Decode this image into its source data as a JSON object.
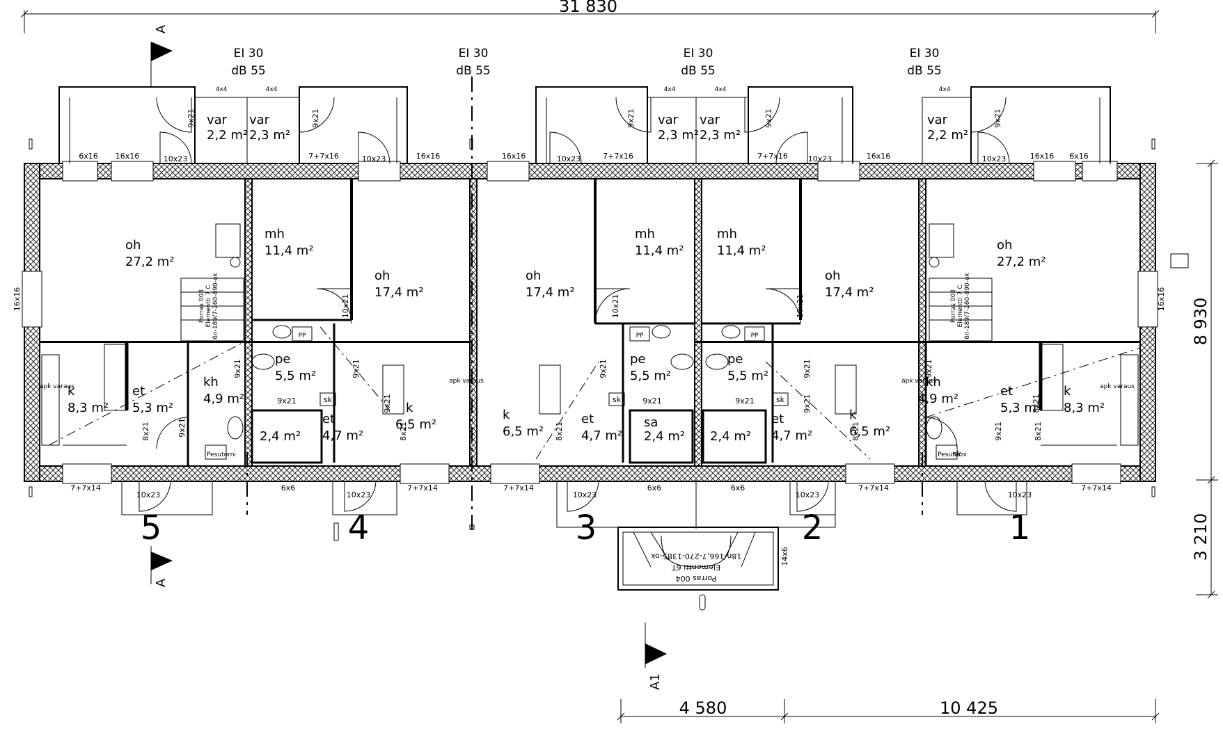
{
  "dimensions": {
    "total_width": "31 830",
    "total_depth": "8 930",
    "stair_depth": "3 210",
    "bottom_left": "4 580",
    "bottom_right": "10 425"
  },
  "fire_ratings": [
    {
      "ei": "EI 30",
      "db": "dB 55"
    },
    {
      "ei": "EI 30",
      "db": "dB 55"
    },
    {
      "ei": "EI 30",
      "db": "dB 55"
    },
    {
      "ei": "EI 30",
      "db": "dB 55"
    }
  ],
  "section_marks": {
    "top_left": "A",
    "bottom_left": "A",
    "bottom_center": "A1"
  },
  "unit_numbers": [
    "5",
    "4",
    "3",
    "2",
    "1"
  ],
  "rooms": [
    {
      "name": "oh",
      "area": "27,2 m²"
    },
    {
      "name": "mh",
      "area": "11,4 m²"
    },
    {
      "name": "oh",
      "area": "17,4 m²"
    },
    {
      "name": "oh",
      "area": "17,4 m²"
    },
    {
      "name": "mh",
      "area": "11,4 m²"
    },
    {
      "name": "mh",
      "area": "11,4 m²"
    },
    {
      "name": "oh",
      "area": "17,4 m²"
    },
    {
      "name": "oh",
      "area": "27,2 m²"
    },
    {
      "name": "var",
      "area": "2,2 m²"
    },
    {
      "name": "var",
      "area": "2,3 m²"
    },
    {
      "name": "var",
      "area": "2,3 m²"
    },
    {
      "name": "var",
      "area": "2,3 m²"
    },
    {
      "name": "var",
      "area": "2,2 m²"
    },
    {
      "name": "k",
      "area": "8,3 m²"
    },
    {
      "name": "et",
      "area": "5,3 m²"
    },
    {
      "name": "kh",
      "area": "4,9 m²"
    },
    {
      "name": "pe",
      "area": "5,5 m²"
    },
    {
      "name": "",
      "area": "2,4 m²"
    },
    {
      "name": "et",
      "area": "4,7 m²"
    },
    {
      "name": "k",
      "area": "6,5 m²"
    },
    {
      "name": "k",
      "area": "6,5 m²"
    },
    {
      "name": "et",
      "area": "4,7 m²"
    },
    {
      "name": "pe",
      "area": "5,5 m²"
    },
    {
      "name": "sa",
      "area": "2,4 m²"
    },
    {
      "name": "pe",
      "area": "5,5 m²"
    },
    {
      "name": "",
      "area": "2,4 m²"
    },
    {
      "name": "et",
      "area": "4,7 m²"
    },
    {
      "name": "k",
      "area": "6,5 m²"
    },
    {
      "name": "kh",
      "area": "4,9 m²"
    },
    {
      "name": "et",
      "area": "5,3 m²"
    },
    {
      "name": "k",
      "area": "8,3 m²"
    }
  ],
  "window_labels": {
    "top": [
      "6x16",
      "16x16",
      "10x23",
      "4x4",
      "4x4",
      "7+7x16",
      "10x23",
      "16x16",
      "16x16",
      "10x23",
      "7+7x16",
      "4x4",
      "4x4",
      "7+7x16",
      "10x23",
      "16x16",
      "4x4",
      "10x23",
      "16x16",
      "6x16"
    ],
    "bottom": [
      "7+7x14",
      "10x23",
      "6x6",
      "10x23",
      "7+7x14",
      "7+7x14",
      "10x23",
      "6x6",
      "6x6",
      "10x23",
      "7+7x14",
      "10x23",
      "7+7x14"
    ],
    "side": [
      "16x16",
      "16x16",
      "14x6"
    ]
  },
  "door_labels": [
    "9x21",
    "9x21",
    "10x21",
    "9x21",
    "8x21",
    "9x21",
    "8x21",
    "9x21",
    "9x21",
    "10x21",
    "9x21",
    "8x21",
    "9x21",
    "9x21",
    "8x21",
    "9x21",
    "10x21",
    "8x21",
    "9x21",
    "9x21",
    "8x21",
    "9x21",
    "9x21",
    "9x21",
    "9x21",
    "9x21"
  ],
  "fixtures": {
    "pp": "PP",
    "sk": "sk",
    "apk": "apk varaus",
    "pesutorni": "Pesutorni"
  },
  "stair_notes": {
    "left_line1": "Porras 003",
    "left_line2": "Elementti 7 C",
    "left_line3": "6n-189/7-260-890-ok",
    "right_line1": "Porras 003",
    "right_line2": "Elementti 7 C",
    "right_line3": "6n-189/7-260-890-ok",
    "center_line1": "Porras 004",
    "center_line2": "Elementti 6T",
    "center_line3": "18n-166,7-270-1385-ok"
  }
}
